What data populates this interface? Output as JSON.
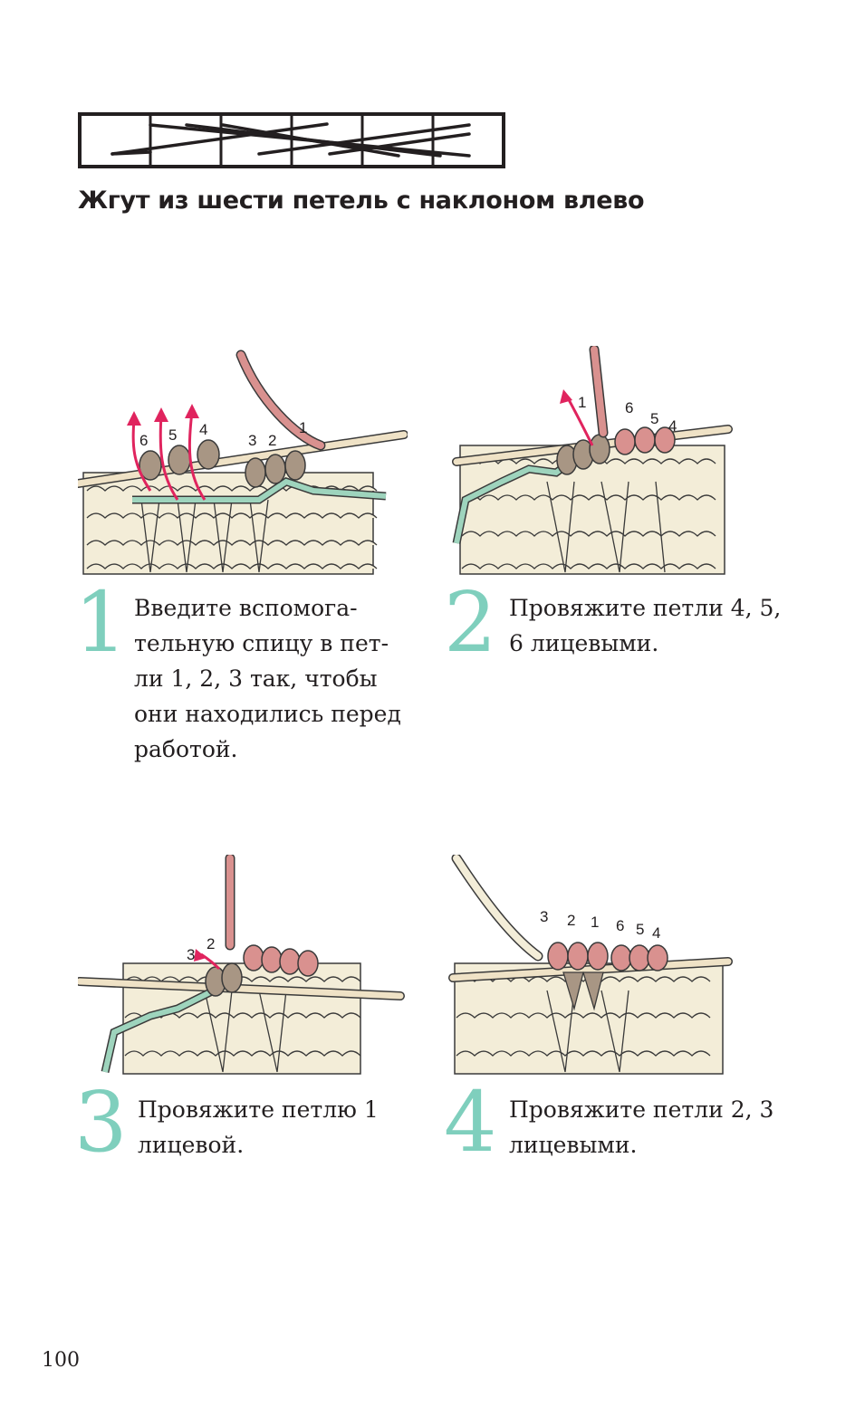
{
  "title": "Жгут из шести петель с наклоном влево",
  "steps": [
    {
      "number": "1",
      "lines": [
        "Введите вспомога-",
        "тельную спицу в пет-",
        "ли 1, 2, 3 так, чтобы",
        "они находились перед",
        "работой."
      ],
      "illustration_labels": [
        "6",
        "5",
        "4",
        "3",
        "2",
        "1"
      ]
    },
    {
      "number": "2",
      "lines": [
        "Провяжите петли 4, 5,",
        "6 лицевыми."
      ],
      "illustration_labels": [
        "1",
        "6",
        "5",
        "4"
      ]
    },
    {
      "number": "3",
      "lines": [
        "Провяжите петлю 1",
        "лицевой."
      ],
      "illustration_labels": [
        "3",
        "2"
      ]
    },
    {
      "number": "4",
      "lines": [
        "Провяжите петли 2, 3",
        "лицевыми."
      ],
      "illustration_labels": [
        "3",
        "2",
        "1",
        "6",
        "5",
        "4"
      ]
    }
  ],
  "page_number": "100",
  "colors": {
    "accent_numbers": "#7fcfbd",
    "yarn_cream": "#f3edd8",
    "needle": "#efe2c6",
    "moved_stitches": "#a89684",
    "working_yarn": "#d9918f",
    "cable_needle": "#9ed4bd",
    "arrow": "#e0245e"
  }
}
